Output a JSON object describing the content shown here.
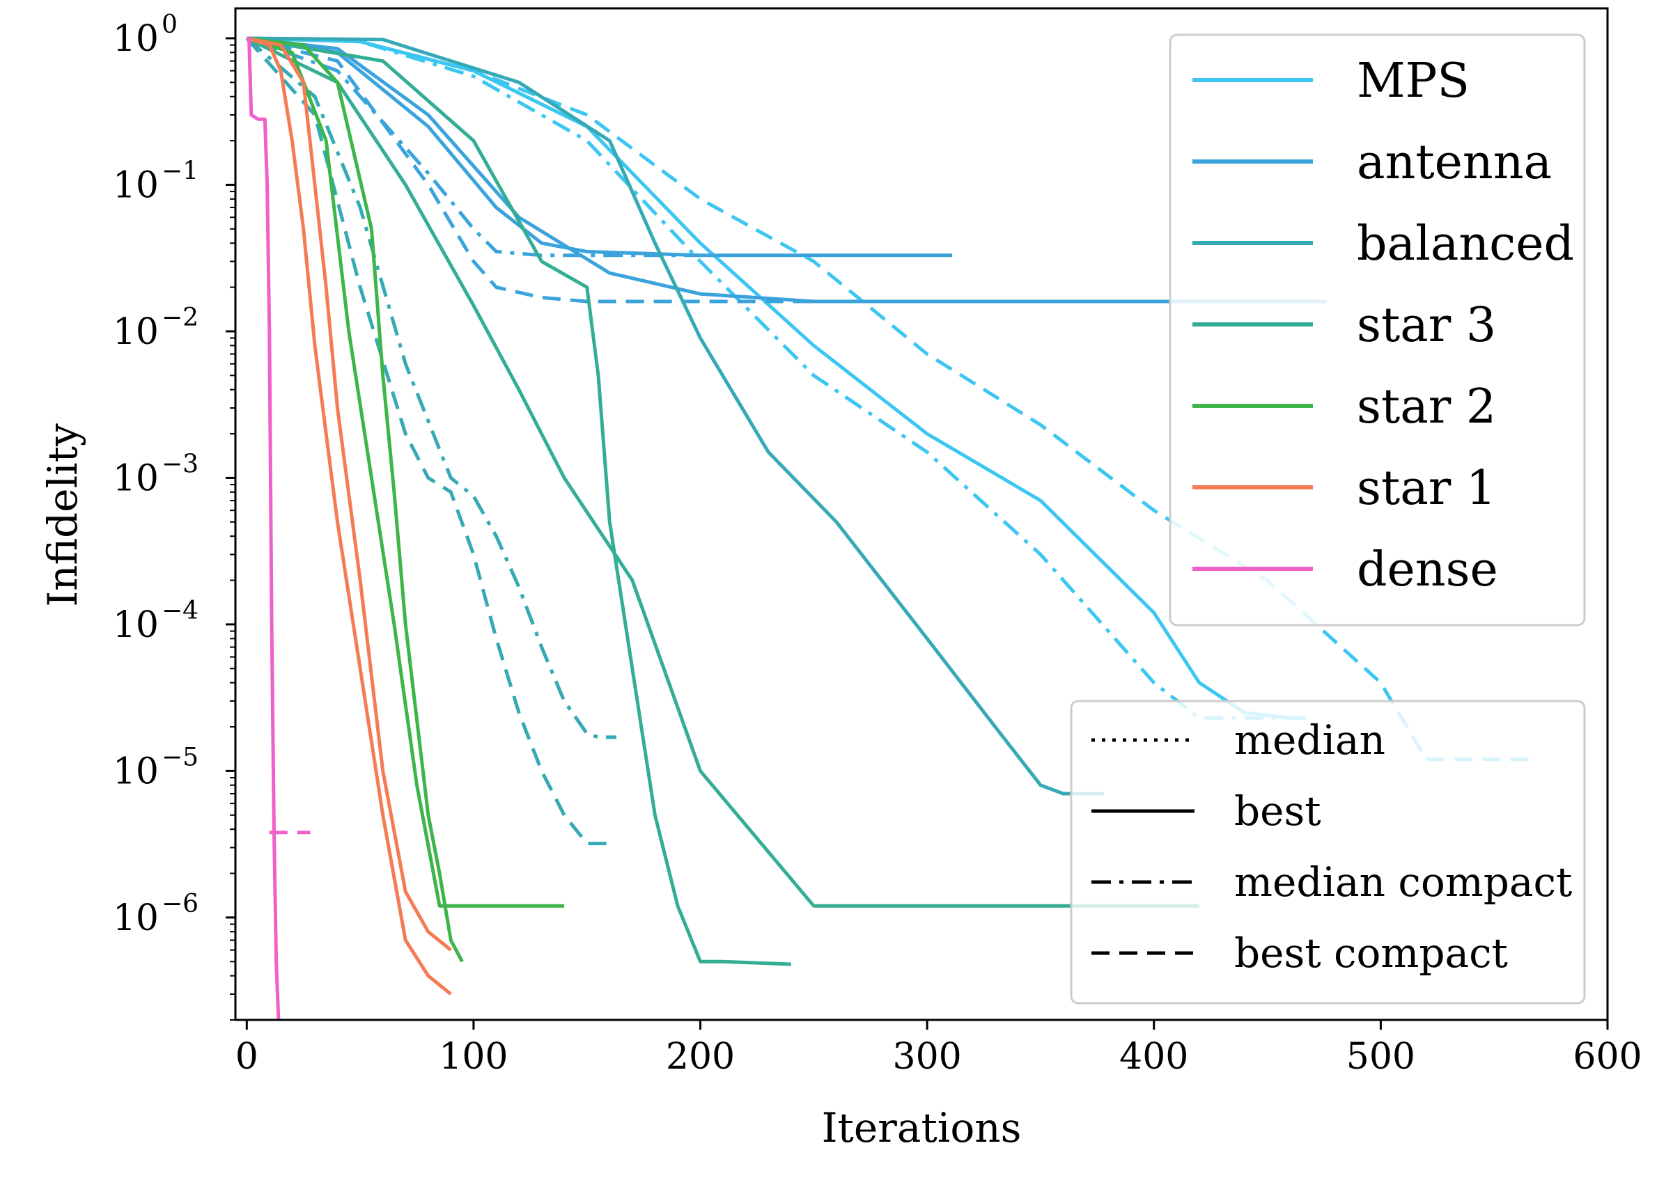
{
  "chart_data": {
    "type": "line",
    "xlabel": "Iterations",
    "ylabel": "Infidelity",
    "xlim": [
      -5,
      600
    ],
    "ylim": [
      2e-07,
      1.6
    ],
    "yscale": "log",
    "grid": false,
    "x_ticks": [
      0,
      100,
      200,
      300,
      400,
      500,
      600
    ],
    "y_ticks": [
      {
        "value": 1,
        "base": "10",
        "exp": "0"
      },
      {
        "value": 0.1,
        "base": "10",
        "exp": "−1"
      },
      {
        "value": 0.01,
        "base": "10",
        "exp": "−2"
      },
      {
        "value": 0.001,
        "base": "10",
        "exp": "−3"
      },
      {
        "value": 0.0001,
        "base": "10",
        "exp": "−4"
      },
      {
        "value": 1e-05,
        "base": "10",
        "exp": "−5"
      },
      {
        "value": 1e-06,
        "base": "10",
        "exp": "−6"
      }
    ],
    "legend_color_placement": "top-right",
    "legend_style_placement": "lower-right",
    "legend_colors": [
      {
        "name": "MPS",
        "color": "#3cc6f2"
      },
      {
        "name": "antenna",
        "color": "#3aa3dc"
      },
      {
        "name": "balanced",
        "color": "#35a9b5"
      },
      {
        "name": "star 3",
        "color": "#34ad95"
      },
      {
        "name": "star 2",
        "color": "#3db54a"
      },
      {
        "name": "star 1",
        "color": "#f47c54"
      },
      {
        "name": "dense",
        "color": "#f060c8"
      }
    ],
    "legend_styles": [
      {
        "name": "median",
        "dash": "dotted"
      },
      {
        "name": "best",
        "dash": "solid"
      },
      {
        "name": "median compact",
        "dash": "dashdot"
      },
      {
        "name": "best compact",
        "dash": "dashed"
      }
    ],
    "series": [
      {
        "family": "MPS",
        "style": "best",
        "color": "#3cc6f2",
        "x": [
          0,
          50,
          100,
          150,
          200,
          250,
          300,
          350,
          400,
          420,
          440,
          460,
          467
        ],
        "y": [
          1,
          0.95,
          0.6,
          0.25,
          0.04,
          0.008,
          0.002,
          0.0007,
          0.00012,
          4e-05,
          2.5e-05,
          2.3e-05,
          2.3e-05
        ]
      },
      {
        "family": "MPS",
        "style": "best compact",
        "color": "#3cc6f2",
        "x": [
          0,
          50,
          100,
          150,
          200,
          250,
          300,
          350,
          400,
          450,
          500,
          520,
          540,
          566
        ],
        "y": [
          1,
          0.95,
          0.6,
          0.3,
          0.08,
          0.03,
          0.007,
          0.0023,
          0.0006,
          0.0002,
          4e-05,
          1.2e-05,
          1.2e-05,
          1.2e-05
        ]
      },
      {
        "family": "MPS",
        "style": "median compact",
        "color": "#3cc6f2",
        "x": [
          0,
          50,
          100,
          150,
          200,
          250,
          300,
          350,
          400,
          420,
          440,
          460,
          467
        ],
        "y": [
          1,
          0.95,
          0.55,
          0.2,
          0.03,
          0.005,
          0.0015,
          0.0003,
          4e-05,
          2.3e-05,
          2.3e-05,
          2.3e-05,
          2.3e-05
        ]
      },
      {
        "family": "antenna",
        "style": "best",
        "color": "#3aa3dc",
        "x": [
          0,
          40,
          80,
          120,
          160,
          200,
          250,
          300,
          350,
          400,
          476
        ],
        "y": [
          1,
          0.85,
          0.3,
          0.06,
          0.025,
          0.018,
          0.016,
          0.016,
          0.016,
          0.016,
          0.016
        ]
      },
      {
        "family": "antenna",
        "style": "median",
        "color": "#3aa3dc",
        "x": [
          0,
          40,
          80,
          110,
          130,
          150,
          200,
          250,
          311
        ],
        "y": [
          1,
          0.8,
          0.25,
          0.07,
          0.04,
          0.035,
          0.033,
          0.033,
          0.033
        ]
      },
      {
        "family": "antenna",
        "style": "best compact",
        "color": "#3aa3dc",
        "x": [
          0,
          40,
          80,
          100,
          110,
          130,
          150,
          200,
          250,
          300,
          350,
          400,
          476
        ],
        "y": [
          1,
          0.7,
          0.1,
          0.03,
          0.02,
          0.017,
          0.016,
          0.016,
          0.016,
          0.016,
          0.016,
          0.016,
          0.016
        ]
      },
      {
        "family": "antenna",
        "style": "median compact",
        "color": "#3aa3dc",
        "x": [
          0,
          40,
          80,
          100,
          110,
          130,
          150,
          200
        ],
        "y": [
          1,
          0.6,
          0.12,
          0.05,
          0.035,
          0.033,
          0.033,
          0.033
        ]
      },
      {
        "family": "balanced",
        "style": "best",
        "color": "#35a9b5",
        "x": [
          0,
          60,
          120,
          160,
          180,
          200,
          230,
          260,
          300,
          330,
          350,
          360,
          378
        ],
        "y": [
          1,
          0.98,
          0.5,
          0.2,
          0.04,
          0.009,
          0.0015,
          0.0005,
          8e-05,
          2e-05,
          8e-06,
          7e-06,
          7e-06
        ]
      },
      {
        "family": "balanced",
        "style": "median compact",
        "color": "#35a9b5",
        "x": [
          0,
          30,
          50,
          70,
          90,
          100,
          110,
          120,
          130,
          140,
          150,
          155,
          163
        ],
        "y": [
          1,
          0.4,
          0.07,
          0.006,
          0.001,
          0.00075,
          0.0004,
          0.00018,
          7e-05,
          3e-05,
          1.8e-05,
          1.7e-05,
          1.7e-05
        ]
      },
      {
        "family": "balanced",
        "style": "best compact",
        "color": "#35a9b5",
        "x": [
          0,
          30,
          50,
          70,
          80,
          90,
          100,
          110,
          120,
          130,
          140,
          150,
          160
        ],
        "y": [
          1,
          0.3,
          0.02,
          0.002,
          0.001,
          0.0008,
          0.0003,
          8e-05,
          2.5e-05,
          1e-05,
          5e-06,
          3.2e-06,
          3.2e-06
        ]
      },
      {
        "family": "star 3",
        "style": "best",
        "color": "#34ad95",
        "x": [
          0,
          60,
          100,
          130,
          150,
          155,
          160,
          170,
          180,
          190,
          200,
          210,
          240
        ],
        "y": [
          1,
          0.7,
          0.2,
          0.03,
          0.02,
          0.005,
          0.0005,
          5e-05,
          5e-06,
          1.2e-06,
          5e-07,
          5e-07,
          4.8e-07
        ]
      },
      {
        "family": "star 3",
        "style": "median",
        "color": "#34ad95",
        "x": [
          0,
          40,
          70,
          100,
          120,
          140,
          170,
          200,
          250,
          300,
          350,
          400,
          420
        ],
        "y": [
          1,
          0.5,
          0.1,
          0.015,
          0.004,
          0.001,
          0.0002,
          1e-05,
          1.2e-06,
          1.2e-06,
          1.2e-06,
          1.2e-06,
          1.2e-06
        ]
      },
      {
        "family": "star 2",
        "style": "best",
        "color": "#3db54a",
        "x": [
          0,
          25,
          40,
          55,
          60,
          65,
          70,
          80,
          85,
          90,
          95
        ],
        "y": [
          1,
          0.9,
          0.5,
          0.05,
          0.005,
          0.0008,
          0.0001,
          5e-06,
          2e-06,
          7e-07,
          5e-07
        ]
      },
      {
        "family": "star 2",
        "style": "median",
        "color": "#3db54a",
        "x": [
          0,
          20,
          35,
          45,
          55,
          65,
          75,
          85,
          100,
          120,
          140
        ],
        "y": [
          1,
          0.8,
          0.2,
          0.01,
          0.001,
          0.0001,
          8e-06,
          1.2e-06,
          1.2e-06,
          1.2e-06,
          1.2e-06
        ]
      },
      {
        "family": "star 1",
        "style": "best",
        "color": "#f47c54",
        "x": [
          0,
          10,
          15,
          20,
          25,
          30,
          35,
          40,
          50,
          60,
          70,
          80,
          90
        ],
        "y": [
          1,
          0.9,
          0.6,
          0.2,
          0.05,
          0.008,
          0.002,
          0.0005,
          5e-05,
          5e-06,
          7e-07,
          4e-07,
          3e-07
        ]
      },
      {
        "family": "star 1",
        "style": "median",
        "color": "#f47c54",
        "x": [
          0,
          15,
          25,
          30,
          35,
          40,
          50,
          60,
          70,
          80,
          90
        ],
        "y": [
          1,
          0.9,
          0.5,
          0.1,
          0.02,
          0.003,
          0.0002,
          1e-05,
          1.5e-06,
          8e-07,
          6e-07
        ]
      },
      {
        "family": "dense",
        "style": "best",
        "color": "#f060c8",
        "x": [
          0,
          1,
          2,
          5,
          8,
          9,
          10,
          11,
          12,
          13,
          14
        ],
        "y": [
          1,
          1,
          0.3,
          0.28,
          0.28,
          0.1,
          0.01,
          0.0001,
          4e-06,
          5e-07,
          2e-07
        ]
      },
      {
        "family": "dense",
        "style": "best compact",
        "color": "#f060c8",
        "x": [
          10,
          15,
          20,
          28
        ],
        "y": [
          3.8e-06,
          3.8e-06,
          3.8e-06,
          3.8e-06
        ]
      }
    ]
  }
}
